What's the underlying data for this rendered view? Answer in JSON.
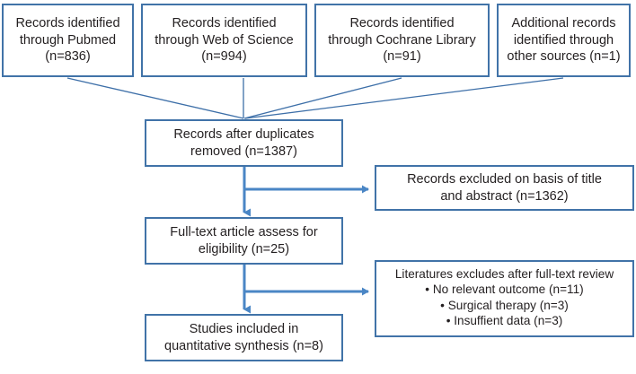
{
  "diagram": {
    "type": "prisma-flow-diagram",
    "colors": {
      "box_border": "#4173a8",
      "connector": "#4a86c5",
      "text": "#231f20",
      "background": "#ffffff"
    },
    "sources": [
      {
        "id": "pubmed",
        "lines": [
          "Records identified",
          "through Pubmed",
          "(n=836)"
        ],
        "count": 836
      },
      {
        "id": "web-of-science",
        "lines": [
          "Records identified",
          "through Web of Science",
          "(n=994)"
        ],
        "count": 994
      },
      {
        "id": "cochrane-library",
        "lines": [
          "Records identified",
          "through Cochrane Library",
          "(n=91)"
        ],
        "count": 91
      },
      {
        "id": "other-sources",
        "lines": [
          "Additional records",
          "identified through",
          "other sources (n=1)"
        ],
        "count": 1
      }
    ],
    "stages": [
      {
        "id": "duplicates-removed",
        "lines": [
          "Records after duplicates",
          "removed (n=1387)"
        ],
        "count": 1387
      },
      {
        "id": "full-text-assessed",
        "lines": [
          "Full-text article assess for",
          "eligibility (n=25)"
        ],
        "count": 25
      },
      {
        "id": "studies-included",
        "lines": [
          "Studies included in",
          "quantitative synthesis (n=8)"
        ],
        "count": 8
      }
    ],
    "exclusions": [
      {
        "id": "excluded-title-abstract",
        "lines": [
          "Records excluded on basis of title",
          "and abstract (n=1362)"
        ],
        "count": 1362
      },
      {
        "id": "excluded-full-text",
        "heading": "Literatures excludes after full-text review",
        "reasons": [
          "• No relevant outcome (n=11)",
          "• Surgical therapy (n=3)",
          "• Insuffient data (n=3)"
        ],
        "counts": [
          11,
          3,
          3
        ]
      }
    ]
  }
}
